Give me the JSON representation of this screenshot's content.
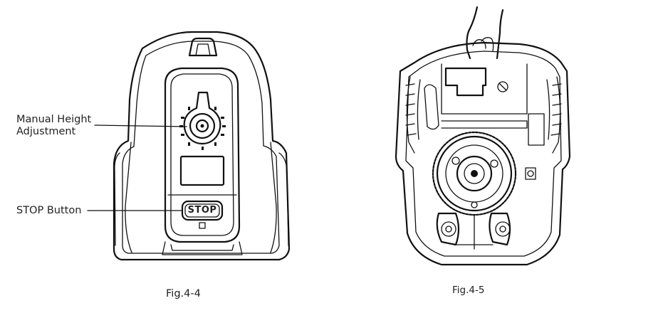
{
  "figures": [
    {
      "caption": "Fig.4-4",
      "callouts": [
        {
          "line1": "Manual Height",
          "line2": "Adjustment"
        },
        {
          "line1": "STOP Button"
        }
      ],
      "button_text": "STOP"
    },
    {
      "caption": "Fig.4-5"
    }
  ]
}
